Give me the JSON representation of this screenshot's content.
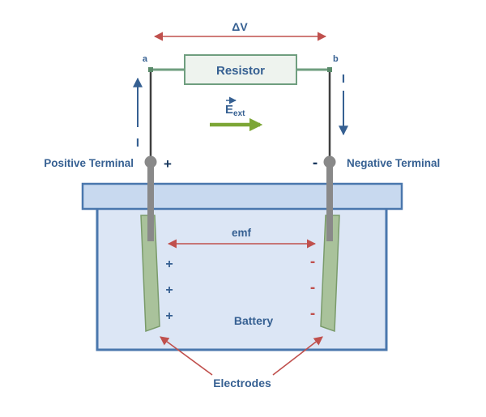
{
  "diagram": {
    "delta_v_label": "ΔV",
    "point_a": "a",
    "point_b": "b",
    "resistor_label": "Resistor",
    "current_left_label": "I",
    "current_right_label": "I",
    "e_ext_main": "E",
    "e_ext_sub": "ext",
    "positive_terminal_label": "Positive Terminal",
    "positive_terminal_sign": "+",
    "negative_terminal_sign": "-",
    "negative_terminal_label": "Negative Terminal",
    "emf_label": "emf",
    "battery_label": "Battery",
    "electrodes_label": "Electrodes",
    "left_electrode_charges": [
      "+",
      "+",
      "+"
    ],
    "right_electrode_charges": [
      "-",
      "-",
      "-"
    ]
  },
  "colors": {
    "label_blue": "#366092",
    "sign_navy": "#17365d",
    "arrow_red": "#c0504d",
    "arrow_green": "#7ca635",
    "wire_green": "#6f9e7f",
    "wire_dark": "#3f3f3f",
    "terminal_gray": "#898989",
    "battery_fill": "#dce6f5",
    "battery_border": "#4a77ad",
    "lid_fill": "#c8d9ef",
    "electrode_fill": "#a9c29b",
    "electrode_border": "#7a9b6a",
    "resistor_fill": "#eef3ee",
    "resistor_border": "#6f9e7f"
  }
}
